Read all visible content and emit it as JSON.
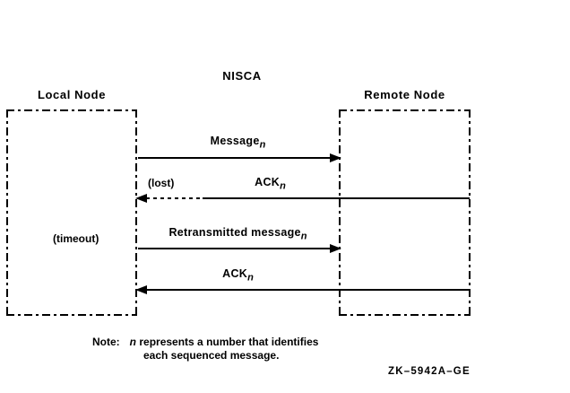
{
  "figure": {
    "protocol_title": "NISCA",
    "local_node_label": "Local Node",
    "remote_node_label": "Remote Node",
    "figure_id": "ZK–5942A–GE"
  },
  "messages": [
    {
      "id": "message-n",
      "text": "Message",
      "subscript": "n",
      "direction": "left-to-right",
      "line_style": "solid"
    },
    {
      "id": "ack-n-lost",
      "text": "ACK",
      "subscript": "n",
      "direction": "right-to-left",
      "line_style": "partially-dashed",
      "side_note": "(lost)"
    },
    {
      "id": "retransmitted-message-n",
      "text": "Retransmitted message",
      "subscript": "n",
      "direction": "left-to-right",
      "line_style": "solid",
      "side_note": "(timeout)"
    },
    {
      "id": "ack-n-final",
      "text": "ACK",
      "subscript": "n",
      "direction": "right-to-left",
      "line_style": "solid"
    }
  ],
  "annotations": {
    "lost": "(lost)",
    "timeout": "(timeout)"
  },
  "note": {
    "label": "Note:",
    "italic_symbol": "n",
    "line1_rest": "represents a number that identifies",
    "line2": "each sequenced message."
  },
  "colors": {
    "ink": "#000000",
    "background": "#ffffff"
  }
}
